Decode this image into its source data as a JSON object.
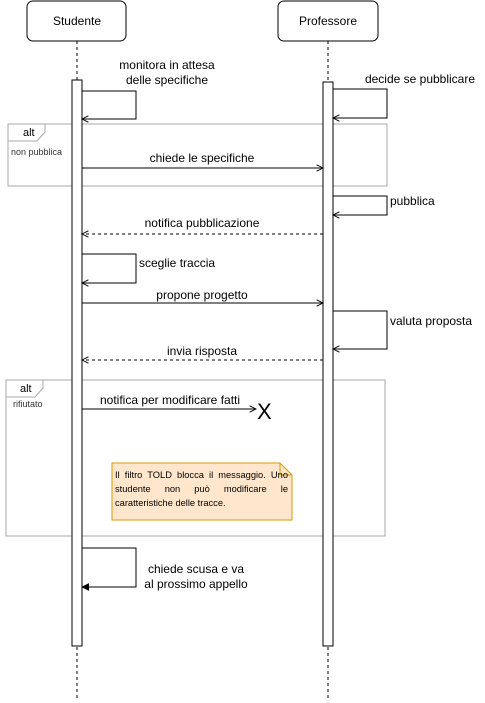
{
  "participants": {
    "studente": "Studente",
    "professore": "Professore"
  },
  "messages": {
    "monitora_line1": "monitora in attesa",
    "monitora_line2": "delle specifiche",
    "decide": "decide se pubblicare",
    "chiede_specifiche": "chiede le specifiche",
    "pubblica": "pubblica",
    "notifica_pubblicazione": "notifica pubblicazione",
    "sceglie_traccia": "sceglie traccia",
    "propone_progetto": "propone progetto",
    "valuta_proposta": "valuta proposta",
    "invia_risposta": "invia risposta",
    "notifica_modificare": "notifica per modificare fatti",
    "chiede_scusa_line1": "chiede scusa e va",
    "chiede_scusa_line2": "al prossimo appello",
    "lost_marker": "X"
  },
  "fragments": {
    "alt1_operator": "alt",
    "alt1_guard": "non pubblica",
    "alt2_operator": "alt",
    "alt2_guard": "rifiutato"
  },
  "note": {
    "text": "Il filtro TOLD blocca il messaggio. Uno studente non può modificare le caratteristiche delle tracce."
  },
  "colors": {
    "note_fill": "#ffe6cc",
    "note_stroke": "#d79b00",
    "fragment_stroke": "#aaaaaa"
  }
}
